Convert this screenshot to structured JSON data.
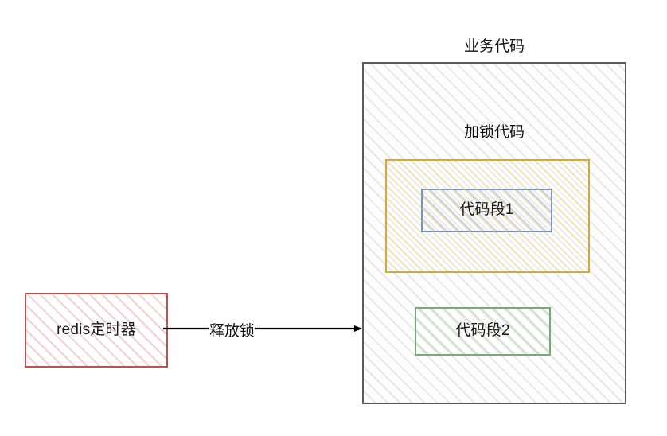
{
  "diagram": {
    "title": "业务代码",
    "nodes": {
      "business_code": {
        "label": "业务代码",
        "color": "#5b5b5b"
      },
      "lock_code": {
        "label": "加锁代码",
        "color": "#d6a936"
      },
      "segment1": {
        "label": "代码段1",
        "color": "#7091c8"
      },
      "segment2": {
        "label": "代码段2",
        "color": "#72ad72"
      },
      "redis_timer": {
        "label": "redis定时器",
        "color": "#c0504a"
      }
    },
    "edges": [
      {
        "label": "释放锁",
        "from": "redis_timer",
        "to": "business_code",
        "color": "#000000"
      }
    ]
  }
}
